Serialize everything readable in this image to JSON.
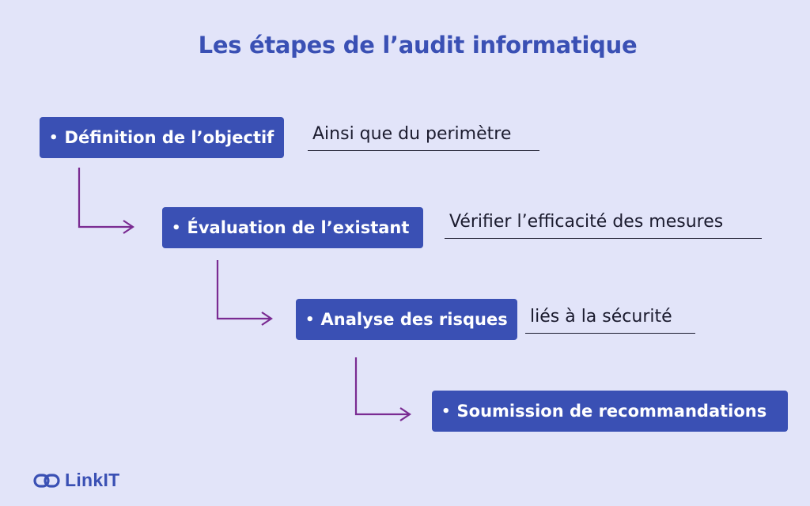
{
  "title": "Les étapes de l’audit informatique",
  "steps": [
    {
      "label": "Définition de l’objectif",
      "note": "Ainsi que du perimètre"
    },
    {
      "label": "Évaluation de l’existant",
      "note": "Vérifier l’efficacité des mesures"
    },
    {
      "label": "Analyse des risques",
      "note": "liés à la sécurité"
    },
    {
      "label": "Soumission de recommandations"
    }
  ],
  "bullet": "•",
  "brand": {
    "name": "LinkIT",
    "icon": "chain-link-icon"
  },
  "colors": {
    "background": "#e2e4f9",
    "box": "#3a50b4",
    "arrow": "#7a2b92",
    "text": "#1b1b2e"
  }
}
